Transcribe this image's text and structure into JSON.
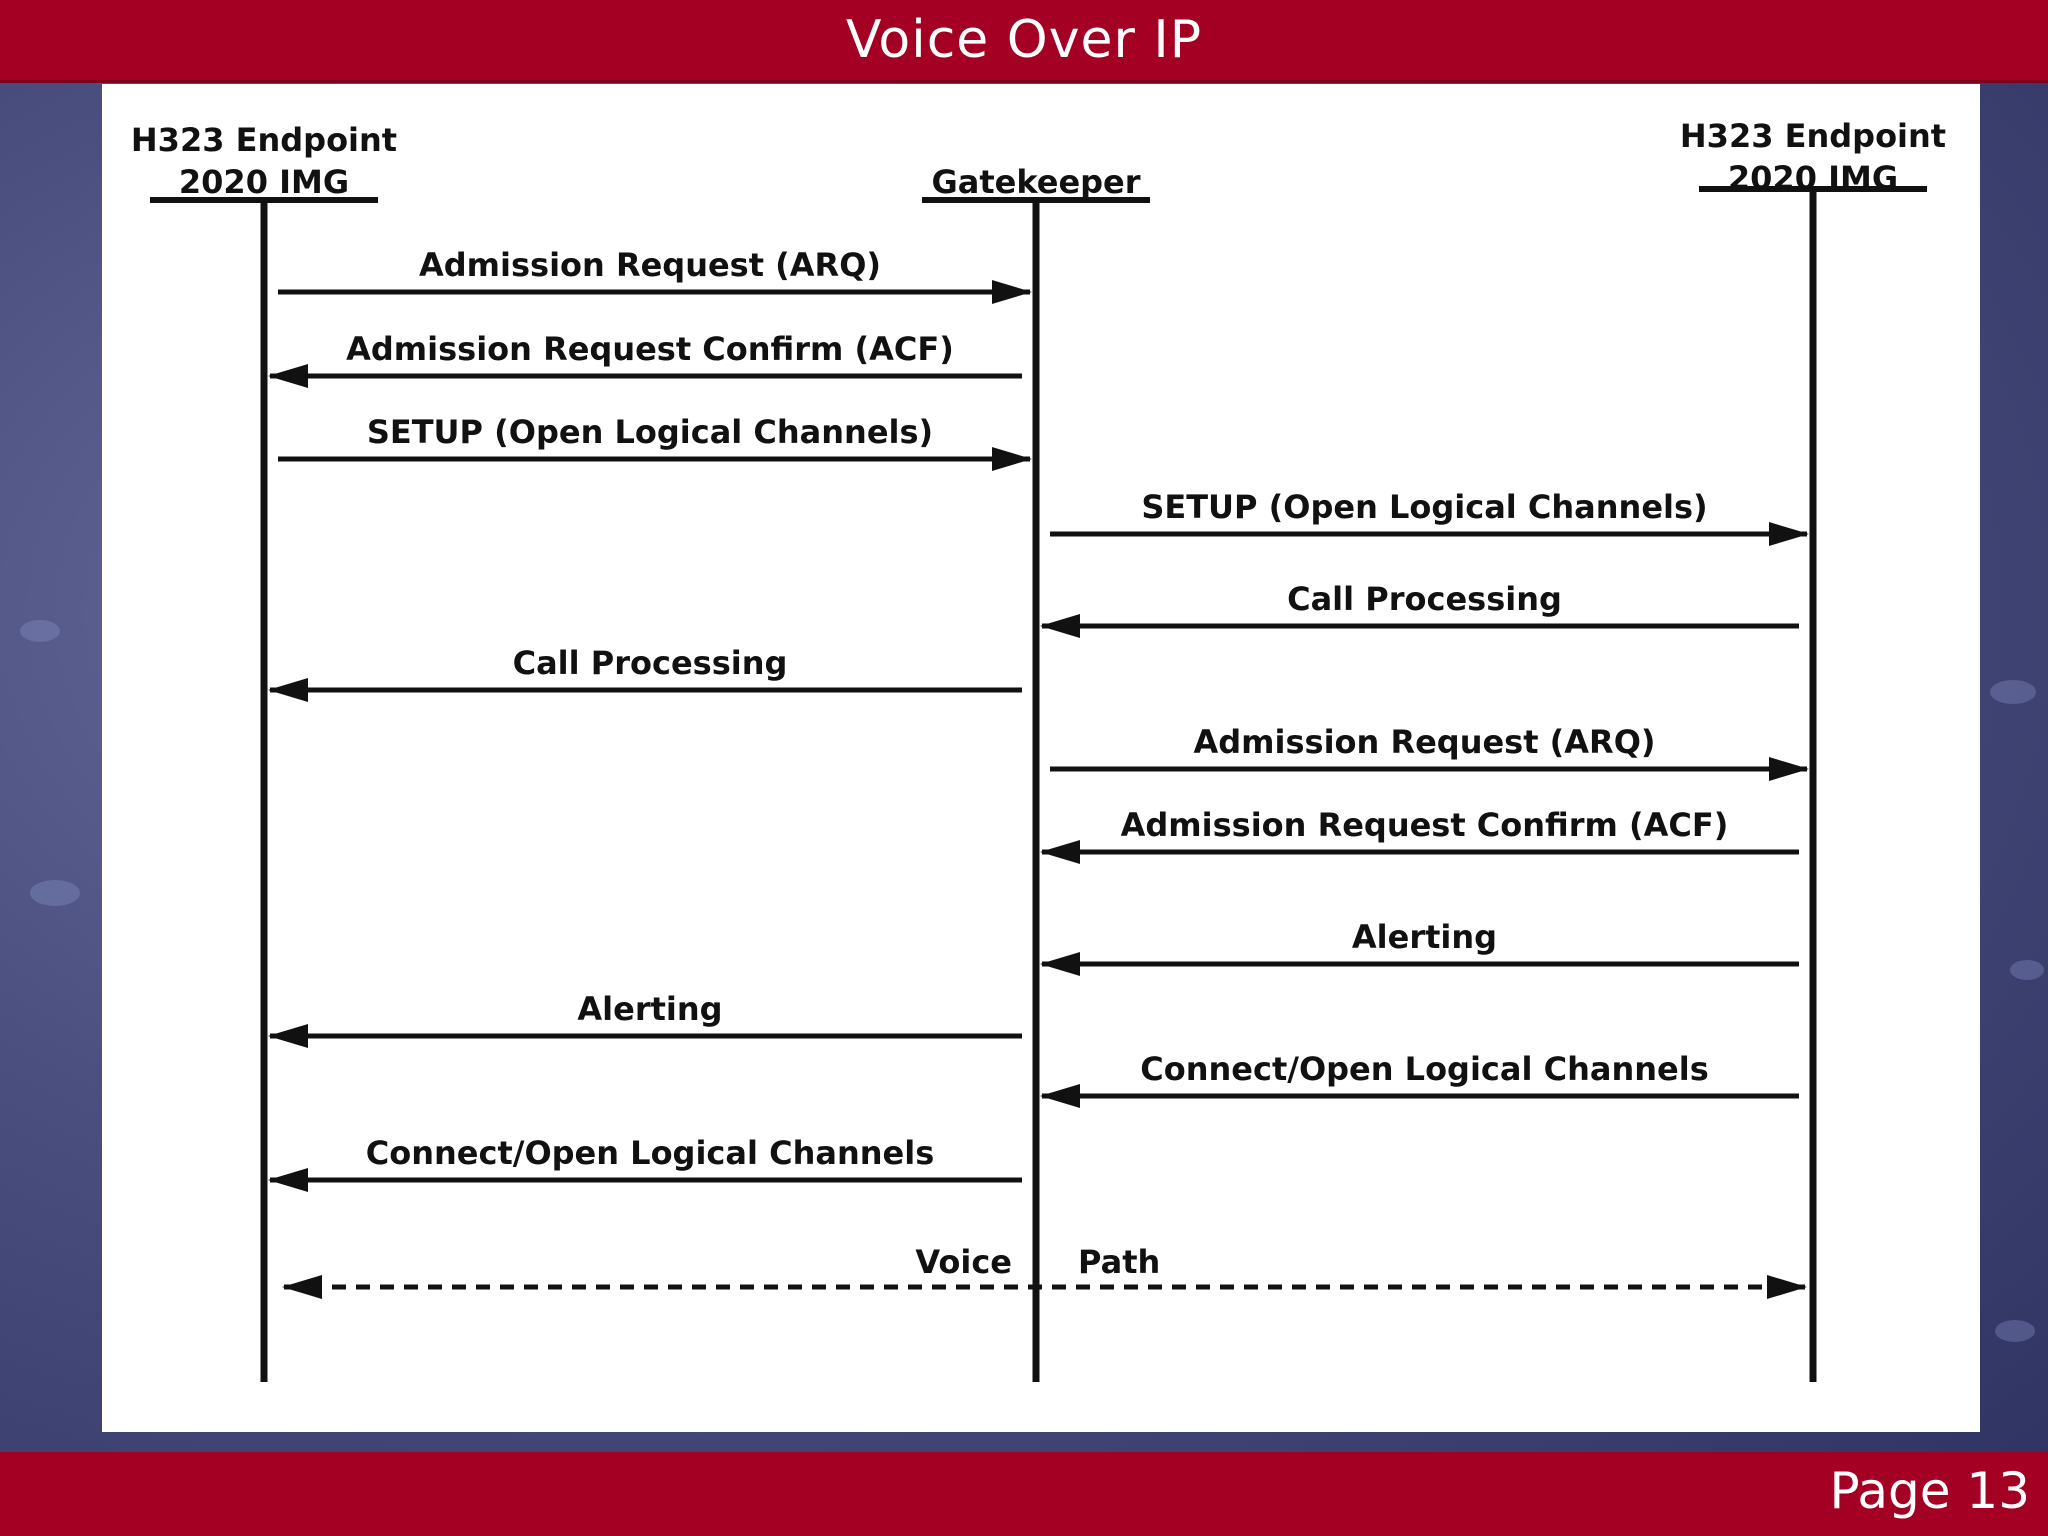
{
  "title": "Voice Over IP",
  "page_label": "Page 13",
  "participants": [
    {
      "line1": "H323 Endpoint",
      "line2": "2020 IMG"
    },
    {
      "line1": "",
      "line2": "Gatekeeper"
    },
    {
      "line1": "H323 Endpoint",
      "line2": "2020 IMG"
    }
  ],
  "messages": [
    {
      "from": 0,
      "to": 1,
      "label": "Admission Request (ARQ)",
      "style": "solid"
    },
    {
      "from": 1,
      "to": 0,
      "label": "Admission Request Confirm (ACF)",
      "style": "solid"
    },
    {
      "from": 0,
      "to": 1,
      "label": "SETUP (Open Logical Channels)",
      "style": "solid"
    },
    {
      "from": 1,
      "to": 2,
      "label": "SETUP (Open Logical Channels)",
      "style": "solid"
    },
    {
      "from": 2,
      "to": 1,
      "label": "Call Processing",
      "style": "solid"
    },
    {
      "from": 1,
      "to": 0,
      "label": "Call Processing",
      "style": "solid"
    },
    {
      "from": 1,
      "to": 2,
      "label": "Admission Request (ARQ)",
      "style": "solid"
    },
    {
      "from": 2,
      "to": 1,
      "label": "Admission Request Confirm (ACF)",
      "style": "solid"
    },
    {
      "from": 2,
      "to": 1,
      "label": "Alerting",
      "style": "solid"
    },
    {
      "from": 1,
      "to": 0,
      "label": "Alerting",
      "style": "solid"
    },
    {
      "from": 2,
      "to": 1,
      "label": "Connect/Open Logical Channels",
      "style": "solid"
    },
    {
      "from": 1,
      "to": 0,
      "label": "Connect/Open Logical Channels",
      "style": "solid"
    }
  ],
  "voice_path": {
    "label_left": "Voice",
    "label_right": "Path",
    "style": "dashed"
  },
  "colors": {
    "bar": "#a30024",
    "ink": "#111111",
    "panel": "#ffffff"
  }
}
